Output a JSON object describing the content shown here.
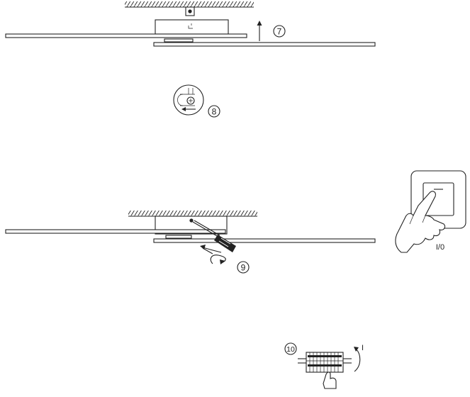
{
  "steps": [
    {
      "label": "7",
      "action": "lift-panel"
    },
    {
      "label": "8",
      "action": "slide-into-slot"
    },
    {
      "label": "9",
      "action": "tighten-screw"
    },
    {
      "label": "10",
      "action": "connect-terminal"
    }
  ],
  "switch": {
    "label": "I/0"
  },
  "terminal": {
    "mark": "I"
  },
  "colors": {
    "line": "#222222",
    "background": "#ffffff"
  }
}
